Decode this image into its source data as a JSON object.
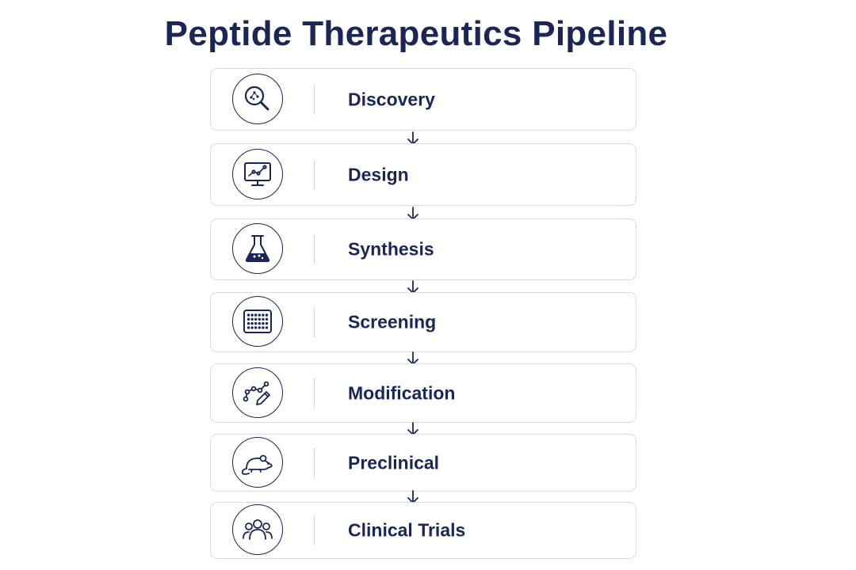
{
  "title": "Peptide Therapeutics Pipeline",
  "stages": [
    {
      "label": "Discovery",
      "icon": "magnifier-molecule-icon"
    },
    {
      "label": "Design",
      "icon": "monitor-chart-icon"
    },
    {
      "label": "Synthesis",
      "icon": "flask-icon"
    },
    {
      "label": "Screening",
      "icon": "well-plate-icon"
    },
    {
      "label": "Modification",
      "icon": "chain-pencil-icon"
    },
    {
      "label": "Preclinical",
      "icon": "mouse-icon"
    },
    {
      "label": "Clinical Trials",
      "icon": "people-group-icon"
    }
  ],
  "colors": {
    "primary": "#1b2657",
    "border": "#d9dce6",
    "background": "#ffffff"
  }
}
